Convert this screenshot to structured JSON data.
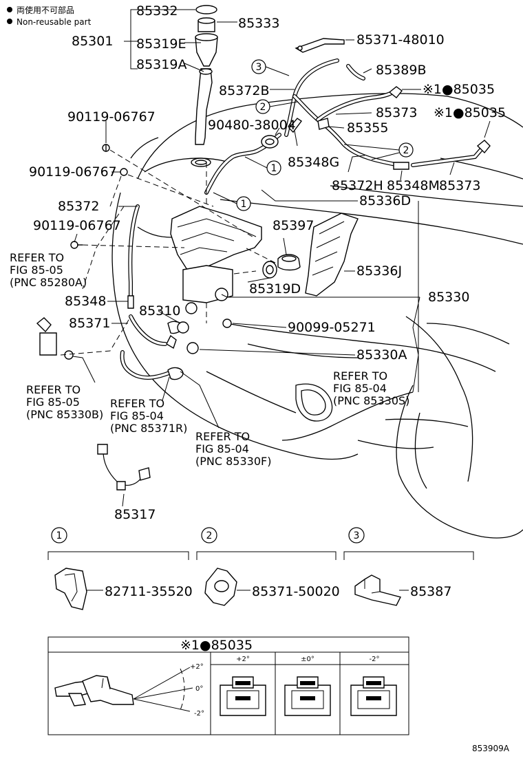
{
  "legend": {
    "jp_note": "両使用不可部品",
    "en_note": "Non-reusable part"
  },
  "labels": {
    "l85332": "85332",
    "l85333": "85333",
    "l85301": "85301",
    "l85319E": "85319E",
    "l85319A": "85319A",
    "l85371_48010": "85371-48010",
    "l85389B": "85389B",
    "l85372B": "85372B",
    "l85035_a": "※1●85035",
    "l85035_b": "※1●85035",
    "l85373_a": "85373",
    "l90119_a": "90119-06767",
    "l90480": "90480-38004",
    "l85355": "85355",
    "l85348G": "85348G",
    "l90119_b": "90119-06767",
    "l85372H": "85372H",
    "l85348M": "85348M",
    "l85373_b": "85373",
    "l85372": "85372",
    "l85336D": "85336D",
    "l90119_c": "90119-06767",
    "l85397": "85397",
    "l85336J": "85336J",
    "l85319D": "85319D",
    "l85348": "85348",
    "l85310": "85310",
    "l85330": "85330",
    "l85371": "85371",
    "l90099": "90099-05271",
    "l85330A": "85330A",
    "l85317": "85317",
    "l82711": "82711-35520",
    "l85371_50020": "85371-50020",
    "l85387": "85387",
    "detail_title": "※1●85035",
    "footer_code": "853909A"
  },
  "refs": {
    "r1": [
      "REFER TO",
      "FIG 85-05",
      "(PNC 85280A)"
    ],
    "r2": [
      "REFER TO",
      "FIG 85-05",
      "(PNC 85330B)"
    ],
    "r3": [
      "REFER TO",
      "FIG 85-04",
      "(PNC 85371R)"
    ],
    "r4": [
      "REFER TO",
      "FIG 85-04",
      "(PNC 85330F)"
    ],
    "r5": [
      "REFER TO",
      "FIG 85-04",
      "(PNC 85330S)"
    ]
  },
  "callouts": [
    "1",
    "2",
    "3"
  ],
  "angles": {
    "plus2": "+2°",
    "zero": "0°",
    "minus2": "-2°",
    "col1": "+2°",
    "col2": "±0°",
    "col3": "-2°"
  }
}
